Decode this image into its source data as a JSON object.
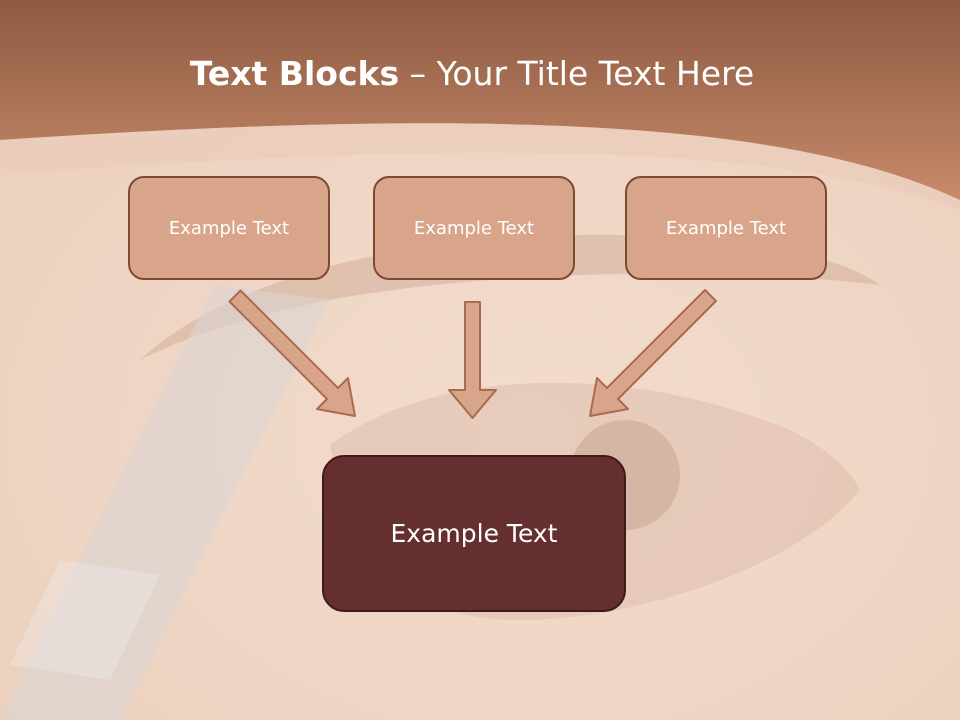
{
  "title": {
    "bold": "Text Blocks",
    "separator": " – ",
    "rest": "Your Title Text Here"
  },
  "blocks": [
    {
      "label": "Example Text"
    },
    {
      "label": "Example Text"
    },
    {
      "label": "Example Text"
    }
  ],
  "target": {
    "label": "Example Text"
  },
  "colors": {
    "header": "#b9775a",
    "box_fill": "#d9a58a",
    "box_border": "#7b4a33",
    "target_fill": "#652f30",
    "arrow_fill": "#d9a58a",
    "arrow_stroke": "#a86b4f"
  }
}
